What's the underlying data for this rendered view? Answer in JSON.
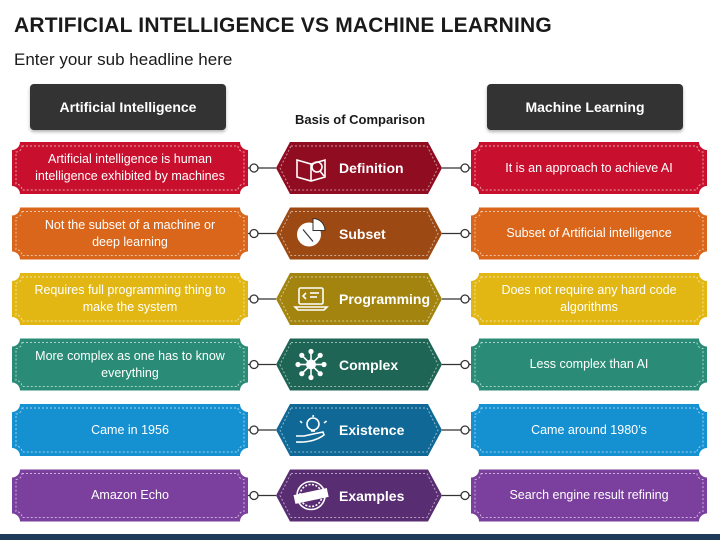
{
  "title": "ARTIFICIAL INTELLIGENCE VS MACHINE LEARNING",
  "subtitle": "Enter your sub headline here",
  "left_header": "Artificial Intelligence",
  "right_header": "Machine Learning",
  "center_header": "Basis of Comparison",
  "rows": [
    {
      "basis": "Definition",
      "icon": "book-icon",
      "color": "#c8102e",
      "ai": "Artificial intelligence is human intelligence exhibited by machines",
      "ml": "It is an approach to achieve AI"
    },
    {
      "basis": "Subset",
      "icon": "pie-chart-icon",
      "color": "#d9661a",
      "ai": "Not the subset of a machine or deep learning",
      "ml": "Subset of Artificial intelligence"
    },
    {
      "basis": "Programming",
      "icon": "laptop-code-icon",
      "color": "#e2b714",
      "ai": "Requires full programming thing to make the system",
      "ml": "Does not require any hard code algorithms"
    },
    {
      "basis": "Complex",
      "icon": "network-icon",
      "color": "#2a8c76",
      "ai": "More complex as one has to know everything",
      "ml": "Less complex than AI"
    },
    {
      "basis": "Existence",
      "icon": "lightbulb-hand-icon",
      "color": "#1590d0",
      "ai": "Came in 1956",
      "ml": "Came around 1980’s"
    },
    {
      "basis": "Examples",
      "icon": "example-stamp-icon",
      "color": "#7b3f9e",
      "ai": "Amazon Echo",
      "ml": "Search engine result refining"
    }
  ]
}
